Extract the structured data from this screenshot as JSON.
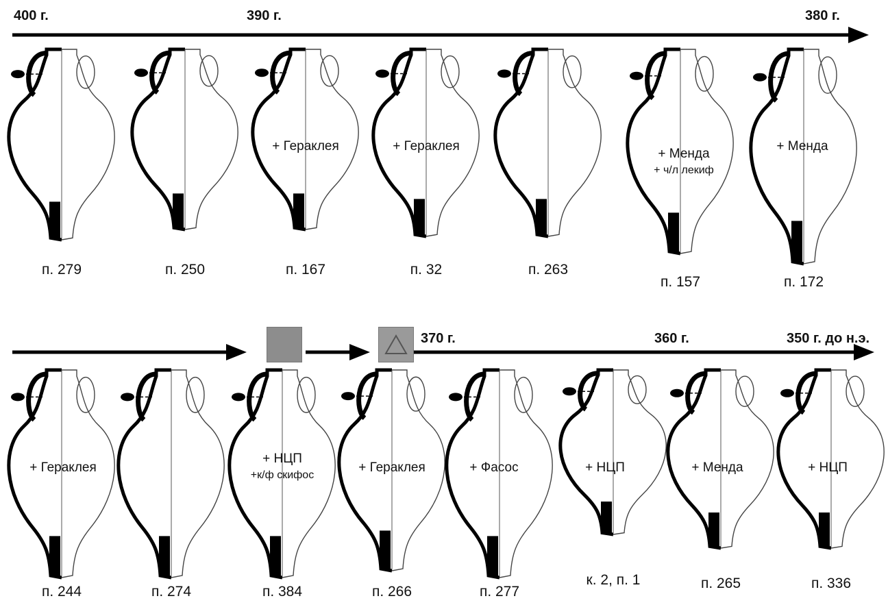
{
  "timeline": {
    "row1": {
      "start": "400 г.",
      "mid": "390 г.",
      "end": "380 г."
    },
    "row2": {
      "a": "370 г.",
      "b": "360 г.",
      "c": "350 г. до н.э."
    }
  },
  "row1": [
    {
      "label": "п. 279",
      "note": "",
      "sub": ""
    },
    {
      "label": "п. 250",
      "note": "",
      "sub": ""
    },
    {
      "label": "п. 167",
      "note": "+ Гераклея",
      "sub": ""
    },
    {
      "label": "п. 32",
      "note": "+ Гераклея",
      "sub": ""
    },
    {
      "label": "п. 263",
      "note": "",
      "sub": ""
    },
    {
      "label": "п. 157",
      "note": "+ Менда",
      "sub": "+ ч/л лекиф"
    },
    {
      "label": "п. 172",
      "note": "+ Менда",
      "sub": ""
    }
  ],
  "row2": [
    {
      "label": "п. 244",
      "note": "+ Гераклея",
      "sub": ""
    },
    {
      "label": "п. 274",
      "note": "",
      "sub": ""
    },
    {
      "label": "п. 384",
      "note": "+ НЦП",
      "sub": "+к/ф скифос"
    },
    {
      "label": "п. 266",
      "note": "+ Гераклея",
      "sub": ""
    },
    {
      "label": "п. 277",
      "note": "+ Фасос",
      "sub": ""
    },
    {
      "label": "к. 2, п. 1",
      "note": "+ НЦП",
      "sub": ""
    },
    {
      "label": "п. 265",
      "note": "+ Менда",
      "sub": ""
    },
    {
      "label": "п. 336",
      "note": "+ НЦП",
      "sub": ""
    }
  ]
}
